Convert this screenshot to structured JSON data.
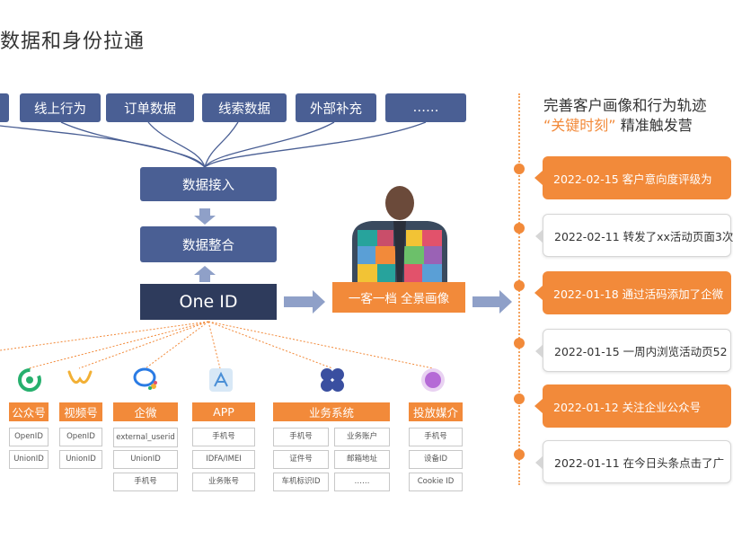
{
  "title": "数据和身份拉通",
  "sources": [
    "线上行为",
    "订单数据",
    "线索数据",
    "外部补充",
    "……"
  ],
  "flow": {
    "access": "数据接入",
    "integrate": "数据整合",
    "oneid": "One ID",
    "profile": "一客一档 全景画像"
  },
  "channels": [
    {
      "name": "公众号",
      "icon": "wechat-official-account-icon",
      "ids": [
        "OpenID",
        "UnionID"
      ]
    },
    {
      "name": "视频号",
      "icon": "wechat-channels-icon",
      "ids": [
        "OpenID",
        "UnionID"
      ]
    },
    {
      "name": "企微",
      "icon": "wecom-icon",
      "ids": [
        "external_userid",
        "UnionID",
        "手机号"
      ]
    },
    {
      "name": "APP",
      "icon": "app-icon",
      "ids": [
        "手机号",
        "IDFA/IMEI",
        "业务账号"
      ]
    },
    {
      "name": "业务系统",
      "icon": "business-system-icon",
      "ids": [
        "手机号",
        "业务账户",
        "证件号",
        "邮箱地址",
        "车机标识ID",
        "……"
      ]
    },
    {
      "name": "投放媒介",
      "icon": "ad-media-icon",
      "ids": [
        "手机号",
        "设备ID",
        "Cookie ID"
      ]
    }
  ],
  "right": {
    "title": "完善客户画像和行为轨迹",
    "sub_quote": "“关键时刻”",
    "sub_rest": "精准触发营",
    "events": [
      {
        "text": "2022-02-15 客户意向度评级为"
      },
      {
        "text": "2022-02-11 转发了xx活动页面3次"
      },
      {
        "text": "2022-01-18 通过活码添加了企微"
      },
      {
        "text": "2022-01-15 一周内浏览活动页52"
      },
      {
        "text": "2022-01-12 关注企业公众号"
      },
      {
        "text": "2022-01-11 在今日头条点击了广"
      }
    ]
  },
  "colors": {
    "navy": "#4a5f94",
    "dark": "#2e3b5c",
    "orange": "#f28a3a",
    "arrow": "#8fa0c8"
  }
}
